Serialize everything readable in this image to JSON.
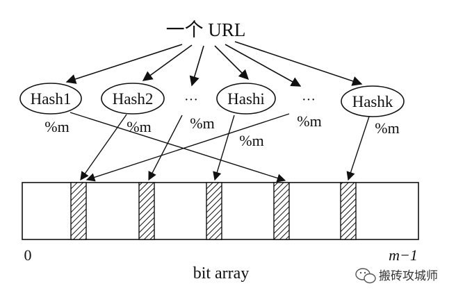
{
  "source": {
    "label": "一个 URL"
  },
  "hash_functions": [
    {
      "label": "Hash1"
    },
    {
      "label": "Hash2"
    },
    {
      "label": "···"
    },
    {
      "label": "Hashi"
    },
    {
      "label": "···"
    },
    {
      "label": "Hashk"
    }
  ],
  "modulo_labels": [
    "%m",
    "%m",
    "%m",
    "%m",
    "%m",
    "%m"
  ],
  "bit_array": {
    "label": "bit array",
    "start_index": "0",
    "end_index": "m−1",
    "set_bits_count": 5
  },
  "watermark": {
    "text": "搬砖攻城师",
    "icon": "wechat-icon"
  },
  "colors": {
    "ink": "#111111",
    "background": "#ffffff"
  }
}
